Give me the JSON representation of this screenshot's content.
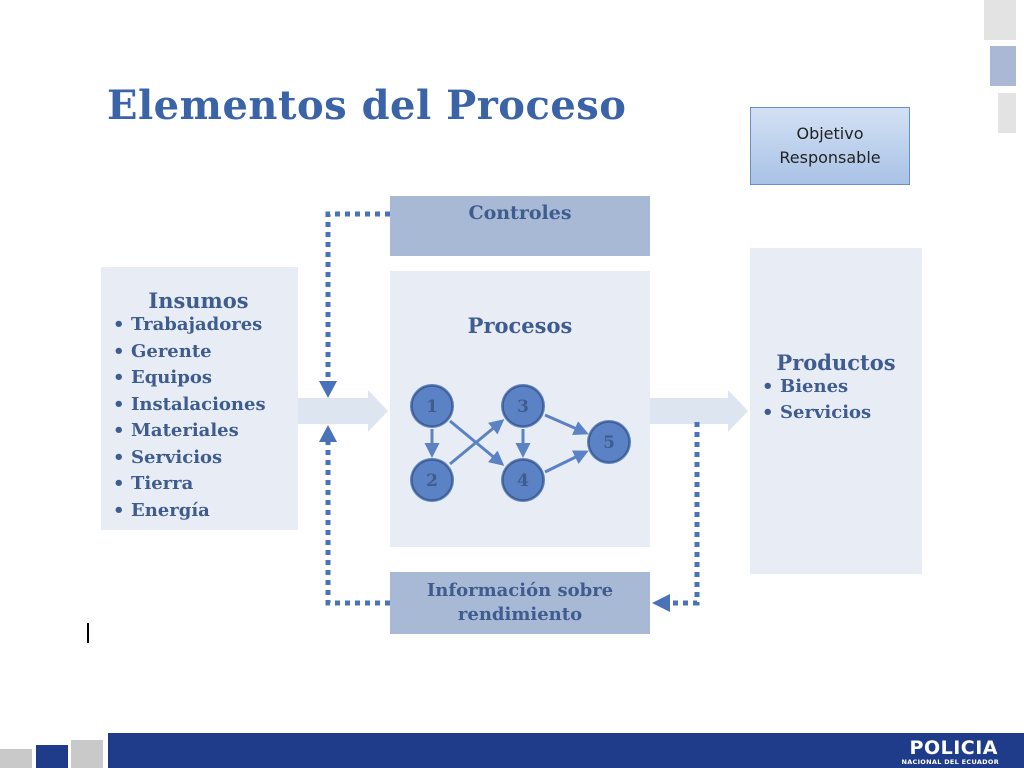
{
  "slide": {
    "title": "Elementos del Proceso",
    "objective_box": {
      "line1": "Objetivo",
      "line2": "Responsable"
    }
  },
  "diagram": {
    "controles": "Controles",
    "insumos": {
      "heading": "Insumos",
      "items": [
        "Trabajadores",
        "Gerente",
        "Equipos",
        "Instalaciones",
        "Materiales",
        "Servicios",
        "Tierra",
        "Energía"
      ]
    },
    "procesos": {
      "heading": "Procesos",
      "nodes": [
        "1",
        "2",
        "3",
        "4",
        "5"
      ]
    },
    "productos": {
      "heading": "Productos",
      "items": [
        "Bienes",
        "Servicios"
      ]
    },
    "informacion": {
      "line1": "Información sobre",
      "line2": "rendimiento"
    }
  },
  "footer": {
    "brand": "POLICIA",
    "brand_sub": "NACIONAL DEL ECUADOR"
  },
  "colors": {
    "title": "#3a63a8",
    "panel_light": "#e8edf5",
    "panel_dark": "#a8b9d6",
    "text_dark_blue": "#3f5c8e",
    "node_fill": "#5b82c4",
    "arrow_light": "#dde5f0",
    "dotted": "#4a72b8",
    "footer": "#1e3c8a"
  }
}
